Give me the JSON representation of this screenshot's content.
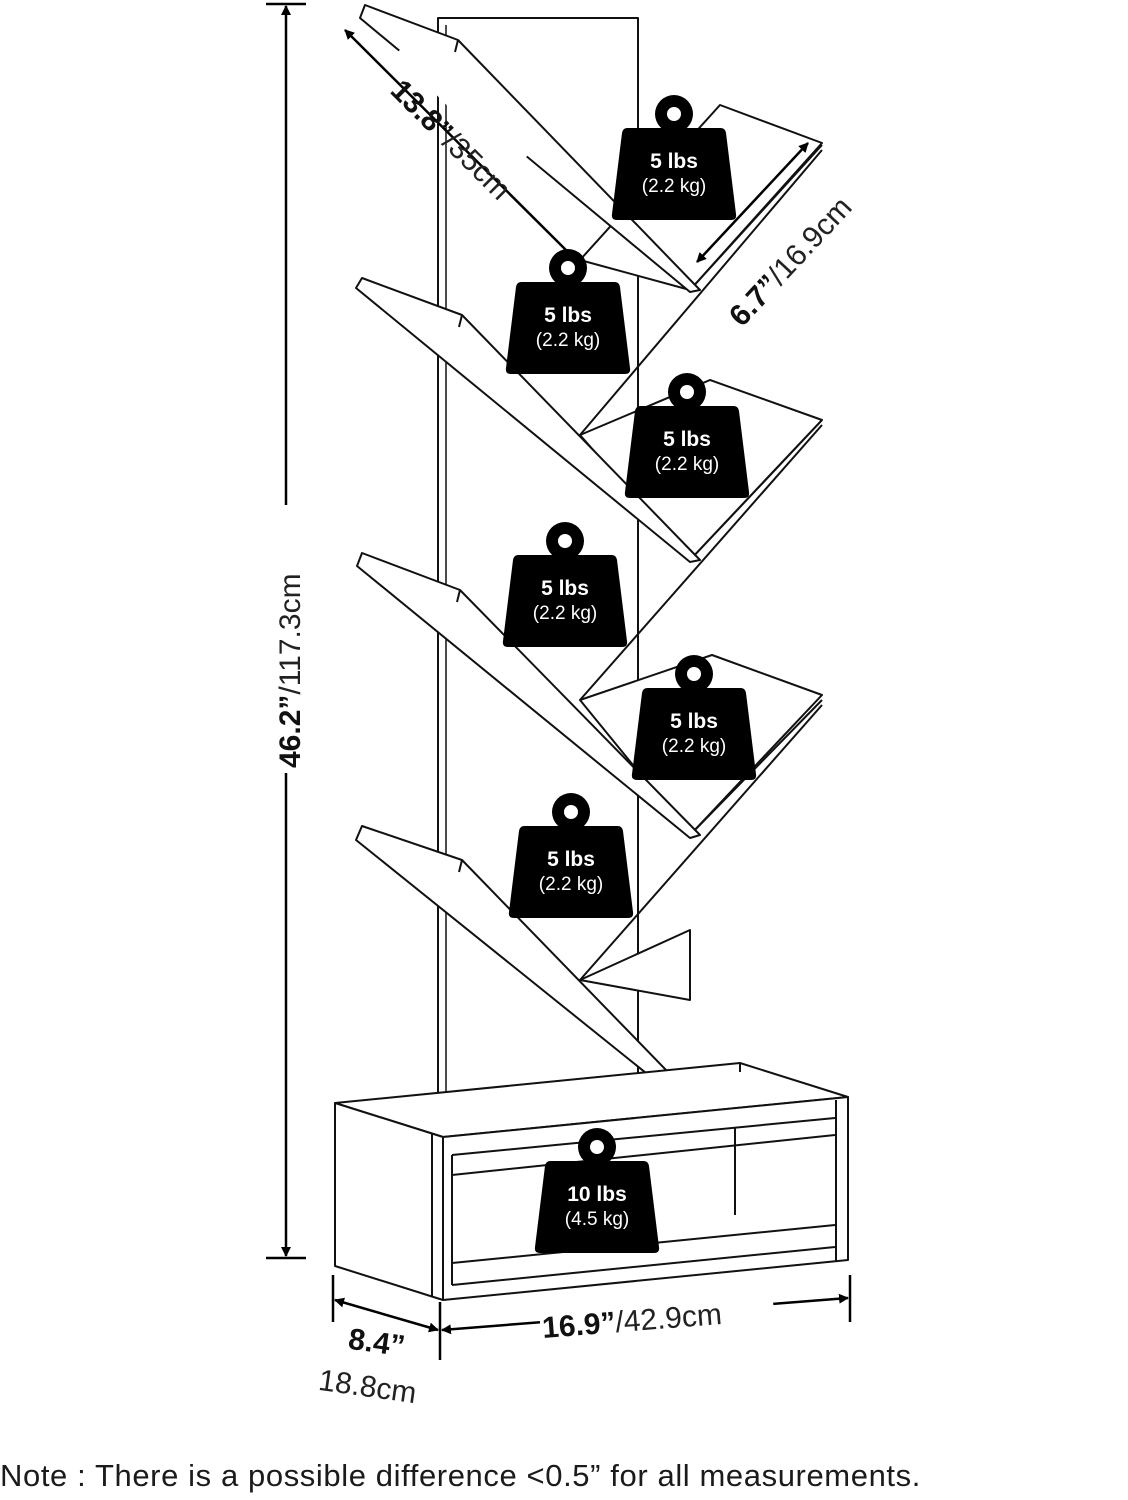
{
  "dimensions": {
    "height": {
      "imperial": "46.2”",
      "metric": "/117.3cm"
    },
    "shelf_length": {
      "imperial": "13.8”",
      "metric": "/35cm"
    },
    "shelf_depth": {
      "imperial": "6.7”",
      "metric": "/16.9cm"
    },
    "width": {
      "imperial": "16.9”",
      "metric": "/42.9cm"
    },
    "depth": {
      "imperial": "8.4”",
      "metric": "18.8cm"
    }
  },
  "weights": [
    {
      "lbs": "5 lbs",
      "kg": "(2.2 kg)"
    },
    {
      "lbs": "5 lbs",
      "kg": "(2.2 kg)"
    },
    {
      "lbs": "5 lbs",
      "kg": "(2.2 kg)"
    },
    {
      "lbs": "5 lbs",
      "kg": "(2.2 kg)"
    },
    {
      "lbs": "5 lbs",
      "kg": "(2.2 kg)"
    },
    {
      "lbs": "5 lbs",
      "kg": "(2.2 kg)"
    },
    {
      "lbs": "10 lbs",
      "kg": "(4.5 kg)"
    }
  ],
  "note": "Note : There is a possible difference <0.5” for all measurements."
}
